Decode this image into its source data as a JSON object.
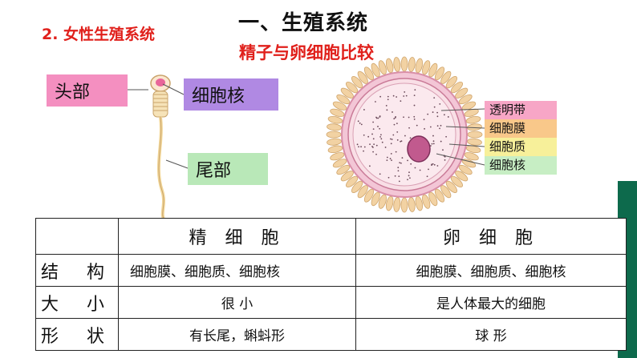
{
  "header": {
    "section_label": "2. 女性生殖系统",
    "title": "一、生殖系统",
    "subtitle": "精子与卵细胞比较"
  },
  "sperm_labels": {
    "head": "头部",
    "nucleus": "细胞核",
    "tail": "尾部"
  },
  "egg_labels": [
    "透明带",
    "细胞膜",
    "细胞质",
    "细胞核"
  ],
  "table": {
    "columns": [
      "",
      "精 细 胞",
      "卵 细 胞"
    ],
    "rows": [
      {
        "label": "结 构",
        "sperm": "细胞膜、细胞质、细胞核",
        "egg": "细胞膜、细胞质、细胞核"
      },
      {
        "label": "大 小",
        "sperm": "很 小",
        "egg": "是人体最大的细胞"
      },
      {
        "label": "形 状",
        "sperm": "有长尾，蝌蚪形",
        "egg": "球  形"
      }
    ]
  },
  "colors": {
    "accent_green": "#0f7a58",
    "title_red": "#e0201b"
  }
}
